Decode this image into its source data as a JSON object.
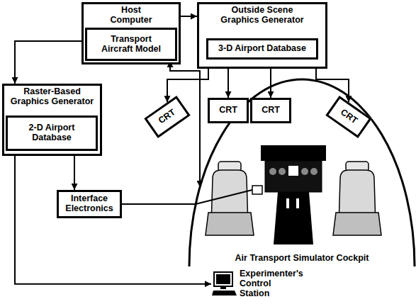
{
  "diagram": {
    "nodes": [
      {
        "text": [
          "Host Computer"
        ]
      },
      {
        "text": [
          "Transport Aircraft Model"
        ],
        "in": 0
      },
      {
        "text": [
          "Outside Scene Graphics Generator"
        ]
      },
      {
        "text": [
          "3-D Airport Database"
        ],
        "in": 2
      },
      {
        "text": [
          "Raster-Based Graphics Generator"
        ]
      },
      {
        "text": [
          "2-D Airport Database"
        ],
        "in": 4
      },
      {
        "text": [
          "CRT"
        ]
      },
      {
        "text": [
          "CRT"
        ]
      },
      {
        "text": [
          "CRT"
        ]
      },
      {
        "text": [
          "CRT"
        ]
      },
      {
        "text": [
          "Interface Electronics"
        ]
      },
      {
        "text": [
          "Air Transport Simulator Cockpit"
        ]
      },
      {
        "text": [
          "Experimenter's Control Station"
        ]
      }
    ],
    "edges": [
      {
        "from": 0,
        "to": 2,
        "arrow": "to"
      },
      {
        "from": 0,
        "to": 4,
        "arrow": "to"
      },
      {
        "from": 1,
        "to": 11,
        "arrow": "both"
      },
      {
        "from": 2,
        "to": 6,
        "arrow": "to"
      },
      {
        "from": 2,
        "to": 7,
        "arrow": "to"
      },
      {
        "from": 2,
        "to": 8,
        "arrow": "to"
      },
      {
        "from": 2,
        "to": 9,
        "arrow": "to"
      },
      {
        "from": 4,
        "to": 10,
        "arrow": "to"
      },
      {
        "from": 4,
        "to": 12,
        "arrow": "to"
      },
      {
        "from": 10,
        "to": 11,
        "arrow": "none"
      }
    ]
  }
}
